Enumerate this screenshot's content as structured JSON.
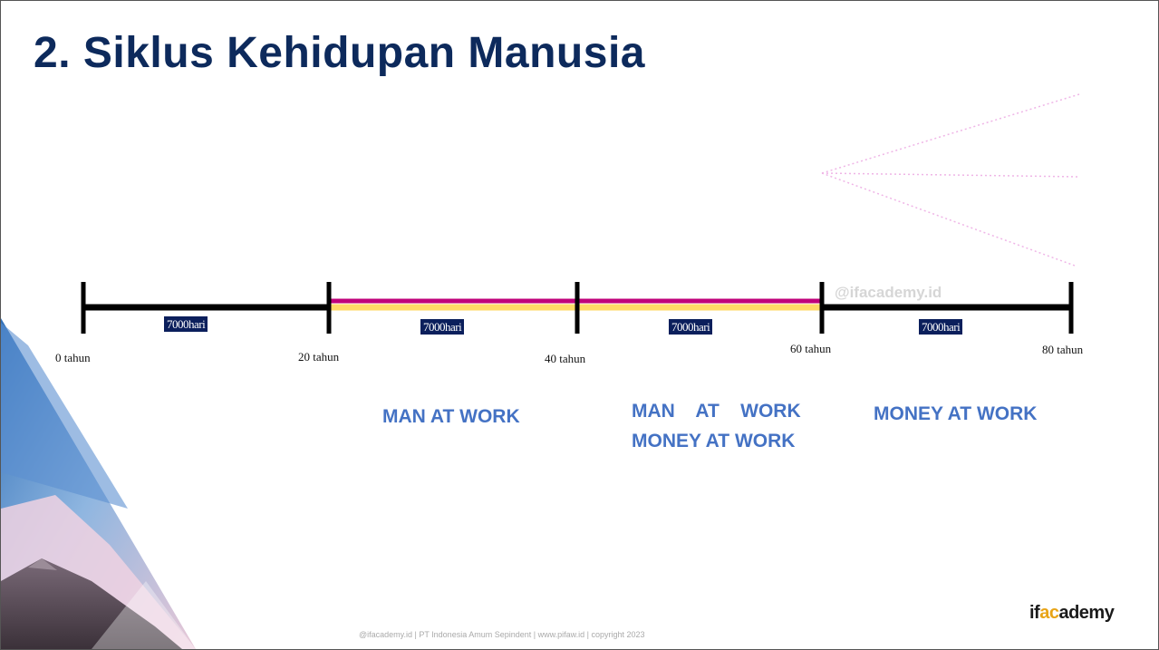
{
  "title": "2. Siklus Kehidupan Manusia",
  "timeline": {
    "segments": [
      "7000hari",
      "7000hari",
      "7000hari",
      "7000hari"
    ],
    "years": [
      "0 tahun",
      "20 tahun",
      "40 tahun",
      "60 tahun",
      "80 tahun"
    ]
  },
  "phases": {
    "p1": "MAN AT WORK",
    "p2_line1": "MAN    AT    WORK",
    "p2_line2": "MONEY AT WORK",
    "p3": "MONEY AT WORK"
  },
  "watermark": "@ifacademy.id",
  "footer": "@ifacademy.id | PT Indonesia Amum Sepindent | www.pifaw.id | copyright 2023",
  "logo": {
    "part1": "if",
    "part2": "ac",
    "part3": "ademy"
  },
  "colors": {
    "title": "#0d2a5c",
    "phase": "#4472c4",
    "box": "#0b1f5c",
    "magenta": "#c0007a",
    "yellow": "#ffd966"
  }
}
